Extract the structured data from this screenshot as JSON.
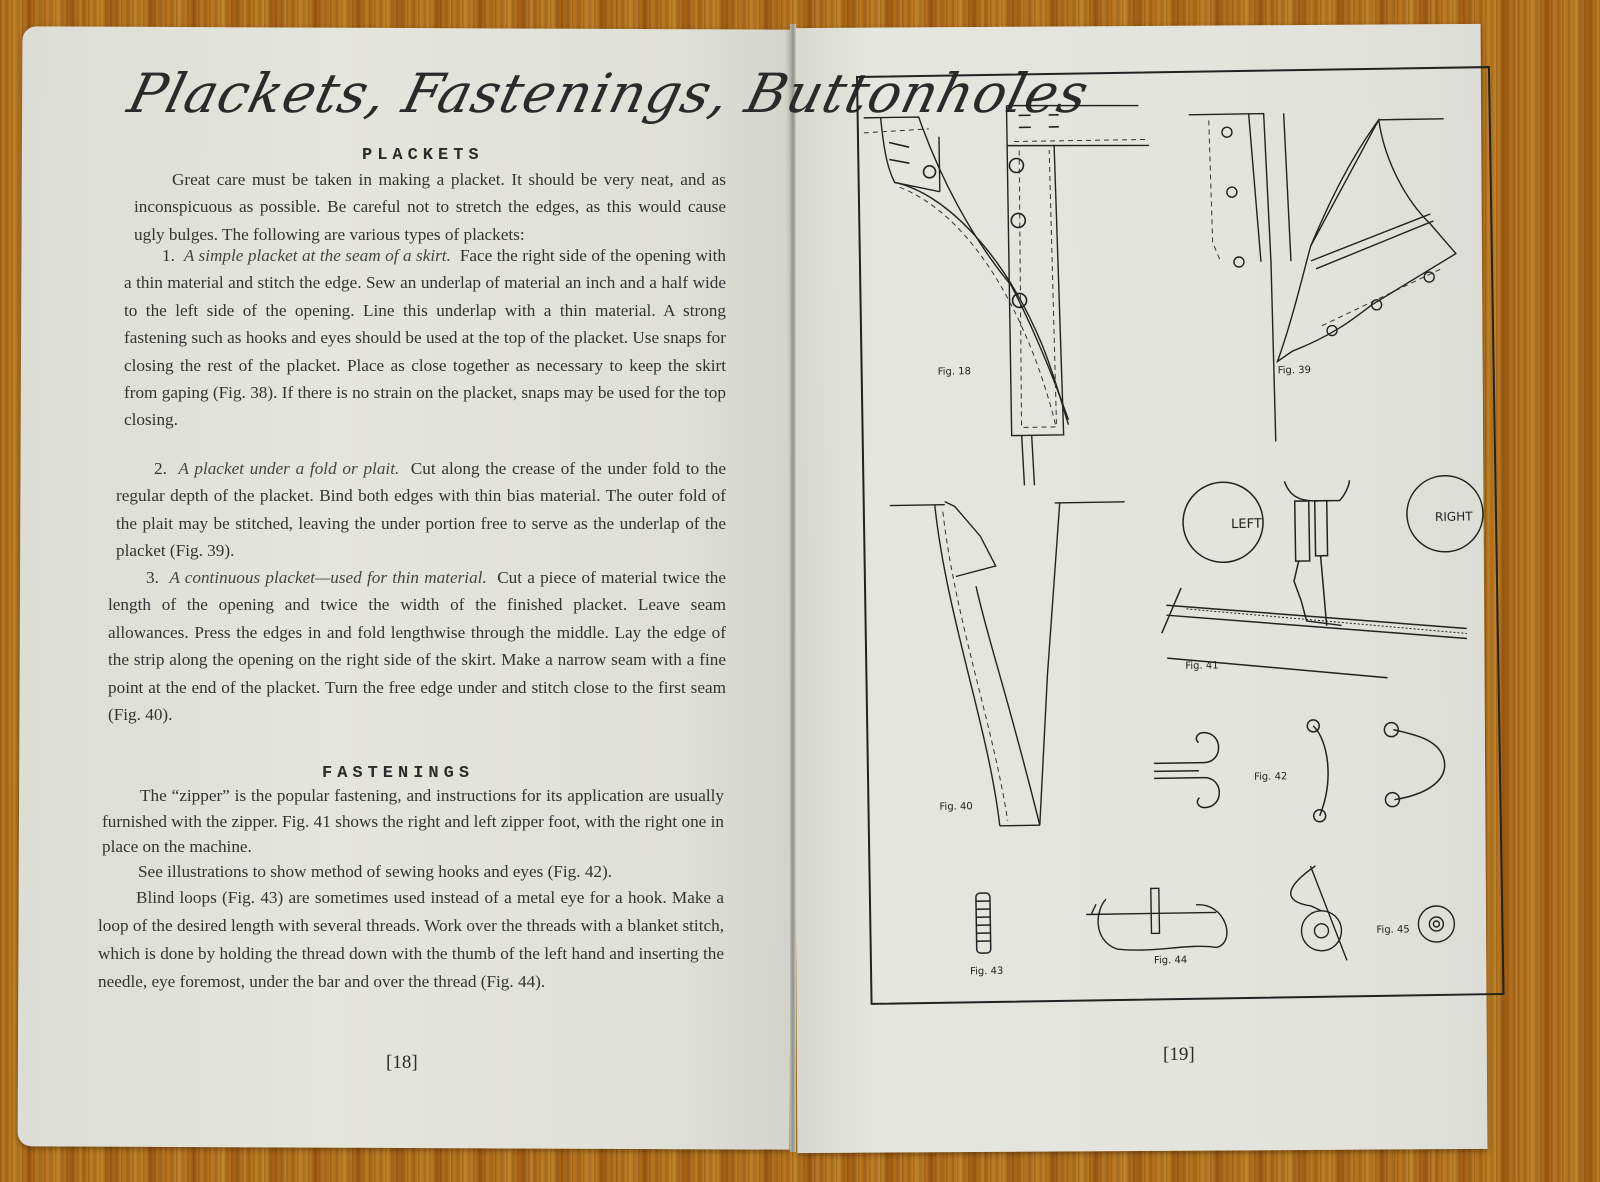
{
  "document": {
    "type": "open booklet spread",
    "background": "wooden table",
    "colors": {
      "paper": "#e3e4dc",
      "ink": "#2b2b2b",
      "wood": "#b8741c"
    }
  },
  "left_page": {
    "title": "Plackets, Fastenings, Buttonholes",
    "sections": [
      {
        "heading": "PLACKETS",
        "paragraphs": [
          {
            "text": "Great care must be taken in making a placket. It should be very neat, and as inconspicuous as possible. Be careful not to stretch the edges, as this would cause ugly bulges. The following are various types of plackets:"
          },
          {
            "number": "1.",
            "italic": "A simple placket at the seam of a skirt.",
            "text": "Face the right side of the opening with a thin material and stitch the edge. Sew an underlap of material an inch and a half wide to the left side of the opening. Line this underlap with a thin material. A strong fastening such as hooks and eyes should be used at the top of the placket. Use snaps for closing the rest of the placket. Place as close together as necessary to keep the skirt from gaping (Fig. 38). If there is no strain on the placket, snaps may be used for the top closing."
          },
          {
            "number": "2.",
            "italic": "A placket under a fold or plait.",
            "text": "Cut along the crease of the under fold to the regular depth of the placket. Bind both edges with thin bias material. The outer fold of the plait may be stitched, leaving the under portion free to serve as the underlap of the placket (Fig. 39)."
          },
          {
            "number": "3.",
            "italic": "A continuous placket—used for thin material.",
            "text": "Cut a piece of material twice the length of the opening and twice the width of the finished placket. Leave seam allowances. Press the edges in and fold lengthwise through the middle. Lay the edge of the strip along the opening on the right side of the skirt. Make a narrow seam with a fine point at the end of the placket. Turn the free edge under and stitch close to the first seam (Fig. 40)."
          }
        ]
      },
      {
        "heading": "FASTENINGS",
        "paragraphs": [
          {
            "text": "The “zipper” is the popular fastening, and instructions for its application are usually furnished with the zipper. Fig. 41 shows the right and left zipper foot, with the right one in place on the machine."
          },
          {
            "text": "See illustrations to show method of sewing hooks and eyes (Fig. 42)."
          },
          {
            "text": "Blind loops (Fig. 43) are sometimes used instead of a metal eye for a hook. Make a loop of the desired length with several threads. Work over the threads with a blanket stitch, which is done by holding the thread down with the thumb of the left hand and inserting the needle, eye foremost, under the bar and over the thread (Fig. 44)."
          }
        ]
      }
    ],
    "page_number": "[18]"
  },
  "right_page": {
    "figures": [
      {
        "id": "fig38",
        "label": "Fig. 18",
        "subject": "placket at skirt seam with hooks, eyes and snaps"
      },
      {
        "id": "fig39",
        "label": "Fig. 39",
        "subject": "placket under a fold or plait with snaps"
      },
      {
        "id": "fig40",
        "label": "Fig. 40",
        "subject": "continuous placket strip"
      },
      {
        "id": "fig41",
        "label": "Fig. 41",
        "subject": "zipper foot on sewing machine",
        "callouts": [
          "LEFT",
          "RIGHT"
        ]
      },
      {
        "id": "fig42",
        "label": "Fig. 42",
        "subject": "sewing hooks and eyes"
      },
      {
        "id": "fig43",
        "label": "Fig. 43",
        "subject": "blind loop"
      },
      {
        "id": "fig44",
        "label": "Fig. 44",
        "subject": "blanket stitch over threads"
      },
      {
        "id": "fig45",
        "label": "Fig. 45",
        "subject": "sewing on snaps"
      }
    ],
    "page_number": "[19]"
  }
}
